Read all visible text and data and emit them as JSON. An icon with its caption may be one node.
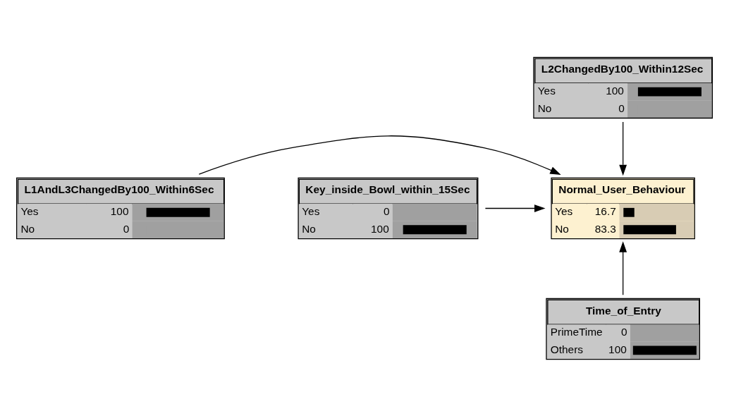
{
  "diagram": {
    "nodes": [
      {
        "text": [
          "L2ChangedBy100_Within12Sec",
          "Yes",
          "100",
          "No",
          "0"
        ]
      },
      {
        "text": [
          "L1AndL3ChangedBy100_Within6Sec",
          "Yes",
          "100",
          "No",
          "0"
        ]
      },
      {
        "text": [
          "Normal_User_Behaviour",
          "Yes",
          "16.7",
          "No",
          "83.3"
        ]
      },
      {
        "text": [
          "Key_inside_Bowl_within_15Sec",
          "Yes",
          "0",
          "No",
          "100"
        ]
      },
      {
        "text": [
          "Time_of_Entry",
          "PrimeTime",
          "0",
          "Others",
          "100"
        ]
      }
    ],
    "edges": [
      {
        "from": 0,
        "to": 2,
        "arrow": "to"
      },
      {
        "from": 1,
        "to": 2,
        "arrow": "to"
      },
      {
        "from": 3,
        "to": 2,
        "arrow": "to"
      },
      {
        "from": 4,
        "to": 2,
        "arrow": "to"
      }
    ]
  }
}
